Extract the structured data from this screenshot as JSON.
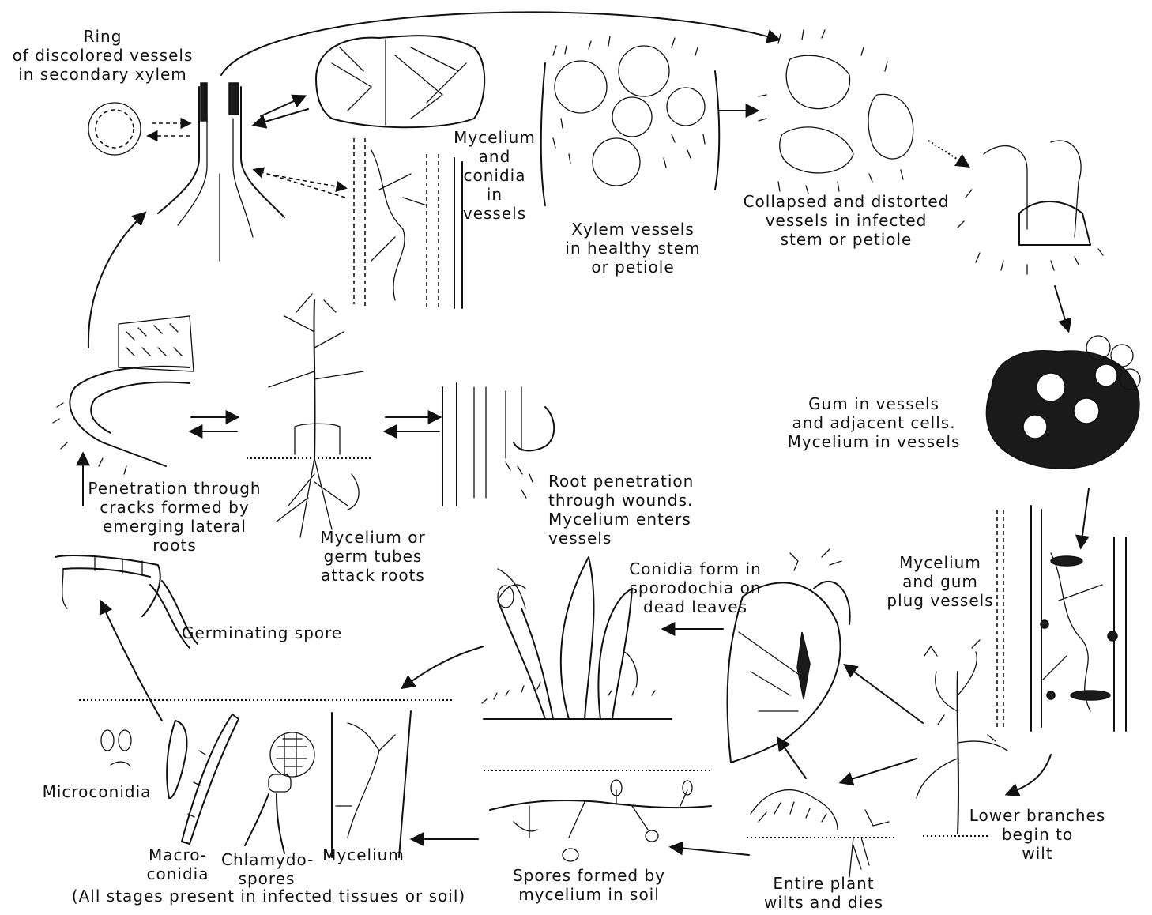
{
  "labels": {
    "ring_discolored": "Ring\nof discolored vessels\nin secondary xylem",
    "mycelium_conidia_vessels": "Mycelium\nand\nconidia\nin\nvessels",
    "xylem_healthy": "Xylem vessels\nin healthy stem\nor petiole",
    "collapsed_vessels": "Collapsed and distorted\nvessels in infected\nstem or petiole",
    "gum_in_vessels": "Gum in vessels\nand adjacent cells.\nMycelium in vessels",
    "penetration_cracks": "Penetration through\ncracks formed by\nemerging lateral\nroots",
    "mycelium_attack_roots": "Mycelium or\ngerm tubes\nattack roots",
    "root_penetration": "Root penetration\nthrough wounds.\nMycelium enters\nvessels",
    "conidia_sporodochia": "Conidia form in\nsporodochia on\ndead leaves",
    "mycelium_gum_plug": "Mycelium\nand gum\nplug vessels",
    "germinating_spore": "Germinating spore",
    "microconidia": "Microconidia",
    "macroconidia": "Macro-\nconidia",
    "chlamydospores": "Chlamydo-\nspores",
    "mycelium": "Mycelium",
    "all_stages": "(All stages present in infected tissues or soil)",
    "spores_mycelium_soil": "Spores formed by\nmycelium in soil",
    "entire_plant_wilts": "Entire plant\nwilts and dies",
    "lower_branches_wilt": "Lower branches\nbegin to\nwilt"
  }
}
